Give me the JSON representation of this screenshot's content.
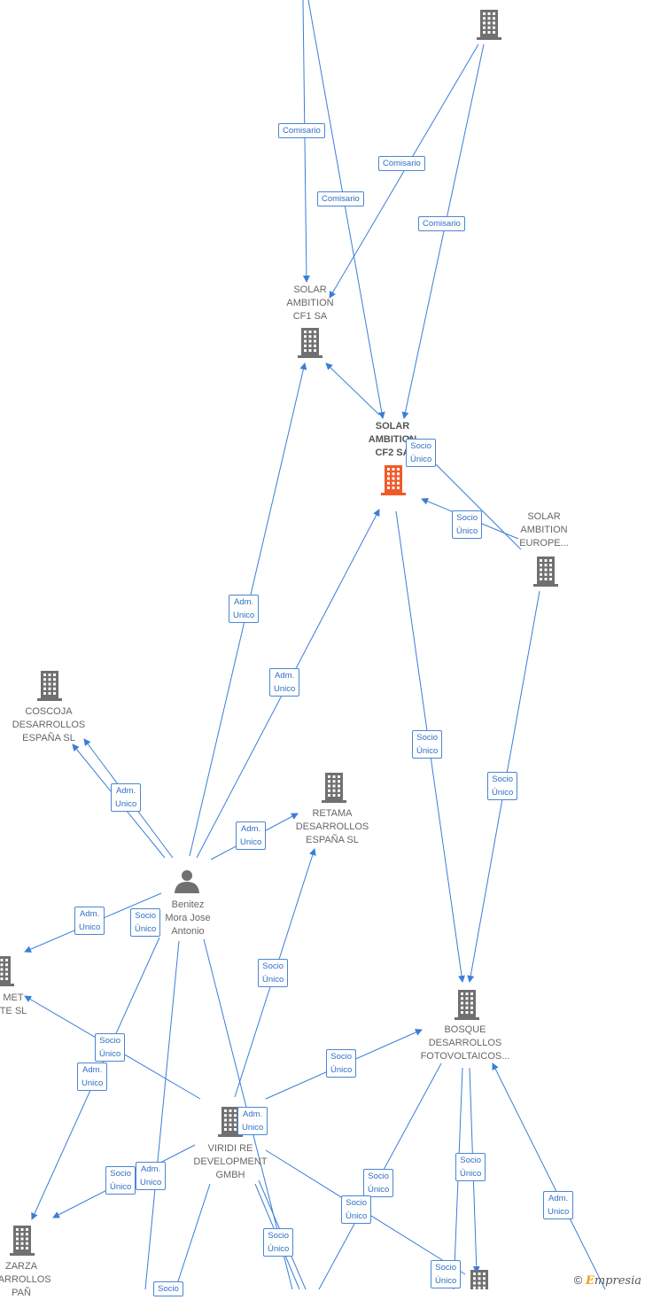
{
  "colors": {
    "edge": "#3b7dd8",
    "node_icon": "#707070",
    "focus_icon": "#f05a28",
    "label_border": "#4a86d4"
  },
  "nodes": [
    {
      "id": "top",
      "label": "",
      "icon": "building-icon",
      "focus": false
    },
    {
      "id": "cf1",
      "label": "SOLAR\nAMBITION\nCF1 SA",
      "icon": "building-icon",
      "focus": false
    },
    {
      "id": "cf2",
      "label": "SOLAR\nAMBITION\nCF2 SA",
      "icon": "building-icon",
      "focus": true
    },
    {
      "id": "europe",
      "label": "SOLAR\nAMBITION\nEUROPE...",
      "icon": "building-icon",
      "focus": false
    },
    {
      "id": "coscoja",
      "label": "COSCOJA\nDESARROLLOS\nESPAÑA  SL",
      "icon": "building-icon",
      "focus": false
    },
    {
      "id": "retama",
      "label": "RETAMA\nDESARROLLOS\nESPAÑA  SL",
      "icon": "building-icon",
      "focus": false
    },
    {
      "id": "benitez",
      "label": "Benitez\nMora Jose\nAntonio",
      "icon": "person-icon",
      "focus": false
    },
    {
      "id": "met",
      "label": "MET\nTE  SL",
      "icon": "building-icon",
      "focus": false
    },
    {
      "id": "bosque",
      "label": "BOSQUE\nDESARROLLOS\nFOTOVOLTAICOS...",
      "icon": "building-icon",
      "focus": false
    },
    {
      "id": "viridi",
      "label": "VIRIDI RE\nDEVELOPMENT\nGMBH",
      "icon": "building-icon",
      "focus": false
    },
    {
      "id": "zarza",
      "label": "ZARZA\nSARROLLOS\nPAÑ",
      "icon": "building-icon",
      "focus": false
    },
    {
      "id": "bottom",
      "label": "",
      "icon": "building-icon",
      "focus": false
    }
  ],
  "edge_labels": [
    "Comisario",
    "Comisario",
    "Comisario",
    "Comisario",
    "Socio\nÚnico",
    "Socio\nÚnico",
    "Adm.\nUnico",
    "Adm.\nUnico",
    "Socio\nÚnico",
    "Socio\nÚnico",
    "Adm.\nUnico",
    "Adm.\nUnico",
    "Adm.\nUnico",
    "Socio\nÚnico",
    "Socio\nÚnico",
    "Socio\nÚnico",
    "Adm.\nUnico",
    "Socio\nÚnico",
    "Adm.\nUnico",
    "Socio\nÚnico",
    "Adm.\nUnico",
    "Socio\nÚnico",
    "Socio\nÚnico",
    "Socio\nÚnico",
    "Socio\nÚnico",
    "Socio\nÚnico",
    "Adm.\nUnico",
    "Socio"
  ],
  "footer": {
    "copyright": "©",
    "brand_e": "E",
    "brand_rest": "mpresia"
  }
}
